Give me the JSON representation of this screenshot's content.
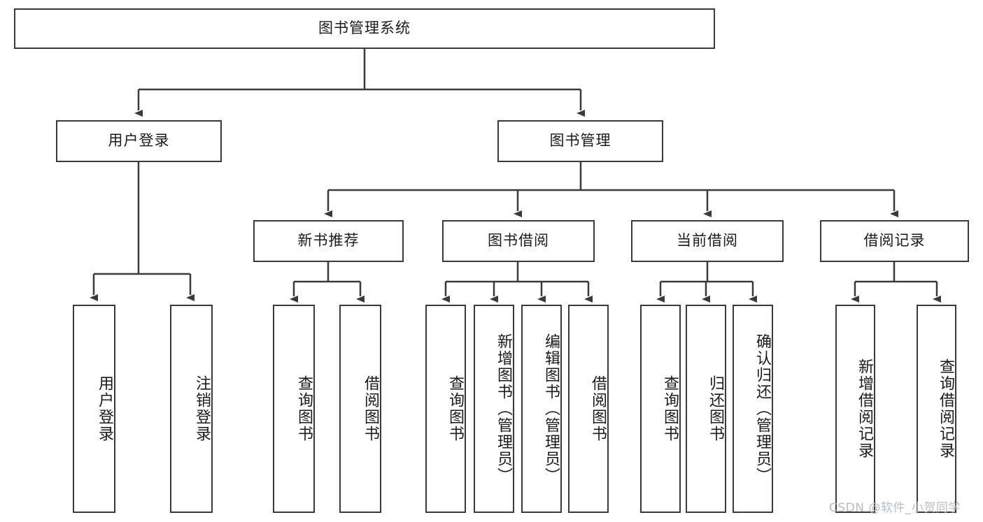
{
  "diagram": {
    "type": "tree",
    "title": "图书管理系统",
    "style": {
      "box_border": "#3a3a3a",
      "box_fill": "#ffffff",
      "connector": "#3a3a3a",
      "text": "#1a1a1a",
      "background": "#ffffff"
    },
    "root": {
      "label": "图书管理系统"
    },
    "level1": [
      {
        "label": "用户登录"
      },
      {
        "label": "图书管理"
      }
    ],
    "level2": [
      {
        "label": "新书推荐"
      },
      {
        "label": "图书借阅"
      },
      {
        "label": "当前借阅"
      },
      {
        "label": "借阅记录"
      }
    ],
    "leaves": {
      "user_login": [
        {
          "label": "用户登录"
        },
        {
          "label": "注销登录"
        }
      ],
      "new_book_recommend": [
        {
          "label": "查询图书"
        },
        {
          "label": "借阅图书"
        }
      ],
      "book_borrow": [
        {
          "label": "查询图书"
        },
        {
          "label": "新增图书（管理员）"
        },
        {
          "label": "编辑图书（管理员）"
        },
        {
          "label": "借阅图书"
        }
      ],
      "current_borrow": [
        {
          "label": "查询图书"
        },
        {
          "label": "归还图书"
        },
        {
          "label": "确认归还（管理员）"
        }
      ],
      "borrow_record": [
        {
          "label": "新增借阅记录"
        },
        {
          "label": "查询借阅记录"
        }
      ]
    }
  },
  "watermark": {
    "text": "CSDN @软件_小贺同学"
  }
}
